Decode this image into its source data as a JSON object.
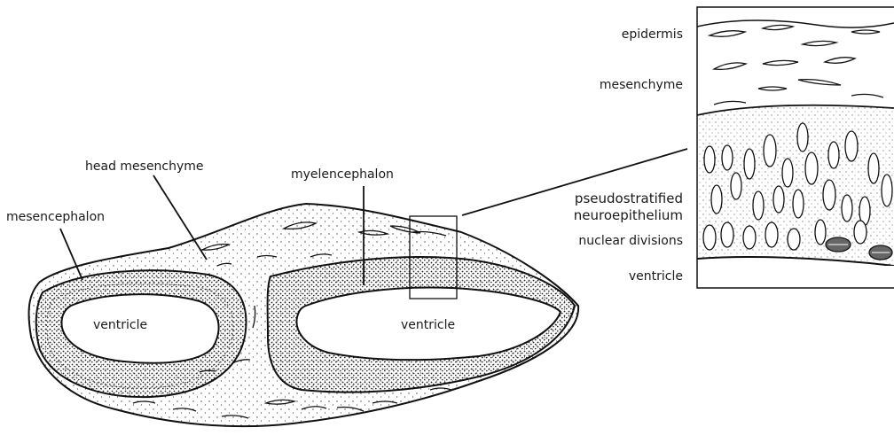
{
  "diagram": {
    "labels": {
      "head_mesenchyme": "head mesenchyme",
      "mesencephalon": "mesencephalon",
      "myelencephalon": "myelencephalon",
      "ventricle_left": "ventricle",
      "ventricle_right": "ventricle"
    },
    "inset_labels": {
      "epidermis": "epidermis",
      "mesenchyme": "mesenchyme",
      "pseudostratified_line1": "pseudostratified",
      "pseudostratified_line2": "neuroepithelium",
      "nuclear_divisions": "nuclear divisions",
      "ventricle": "ventricle"
    }
  }
}
